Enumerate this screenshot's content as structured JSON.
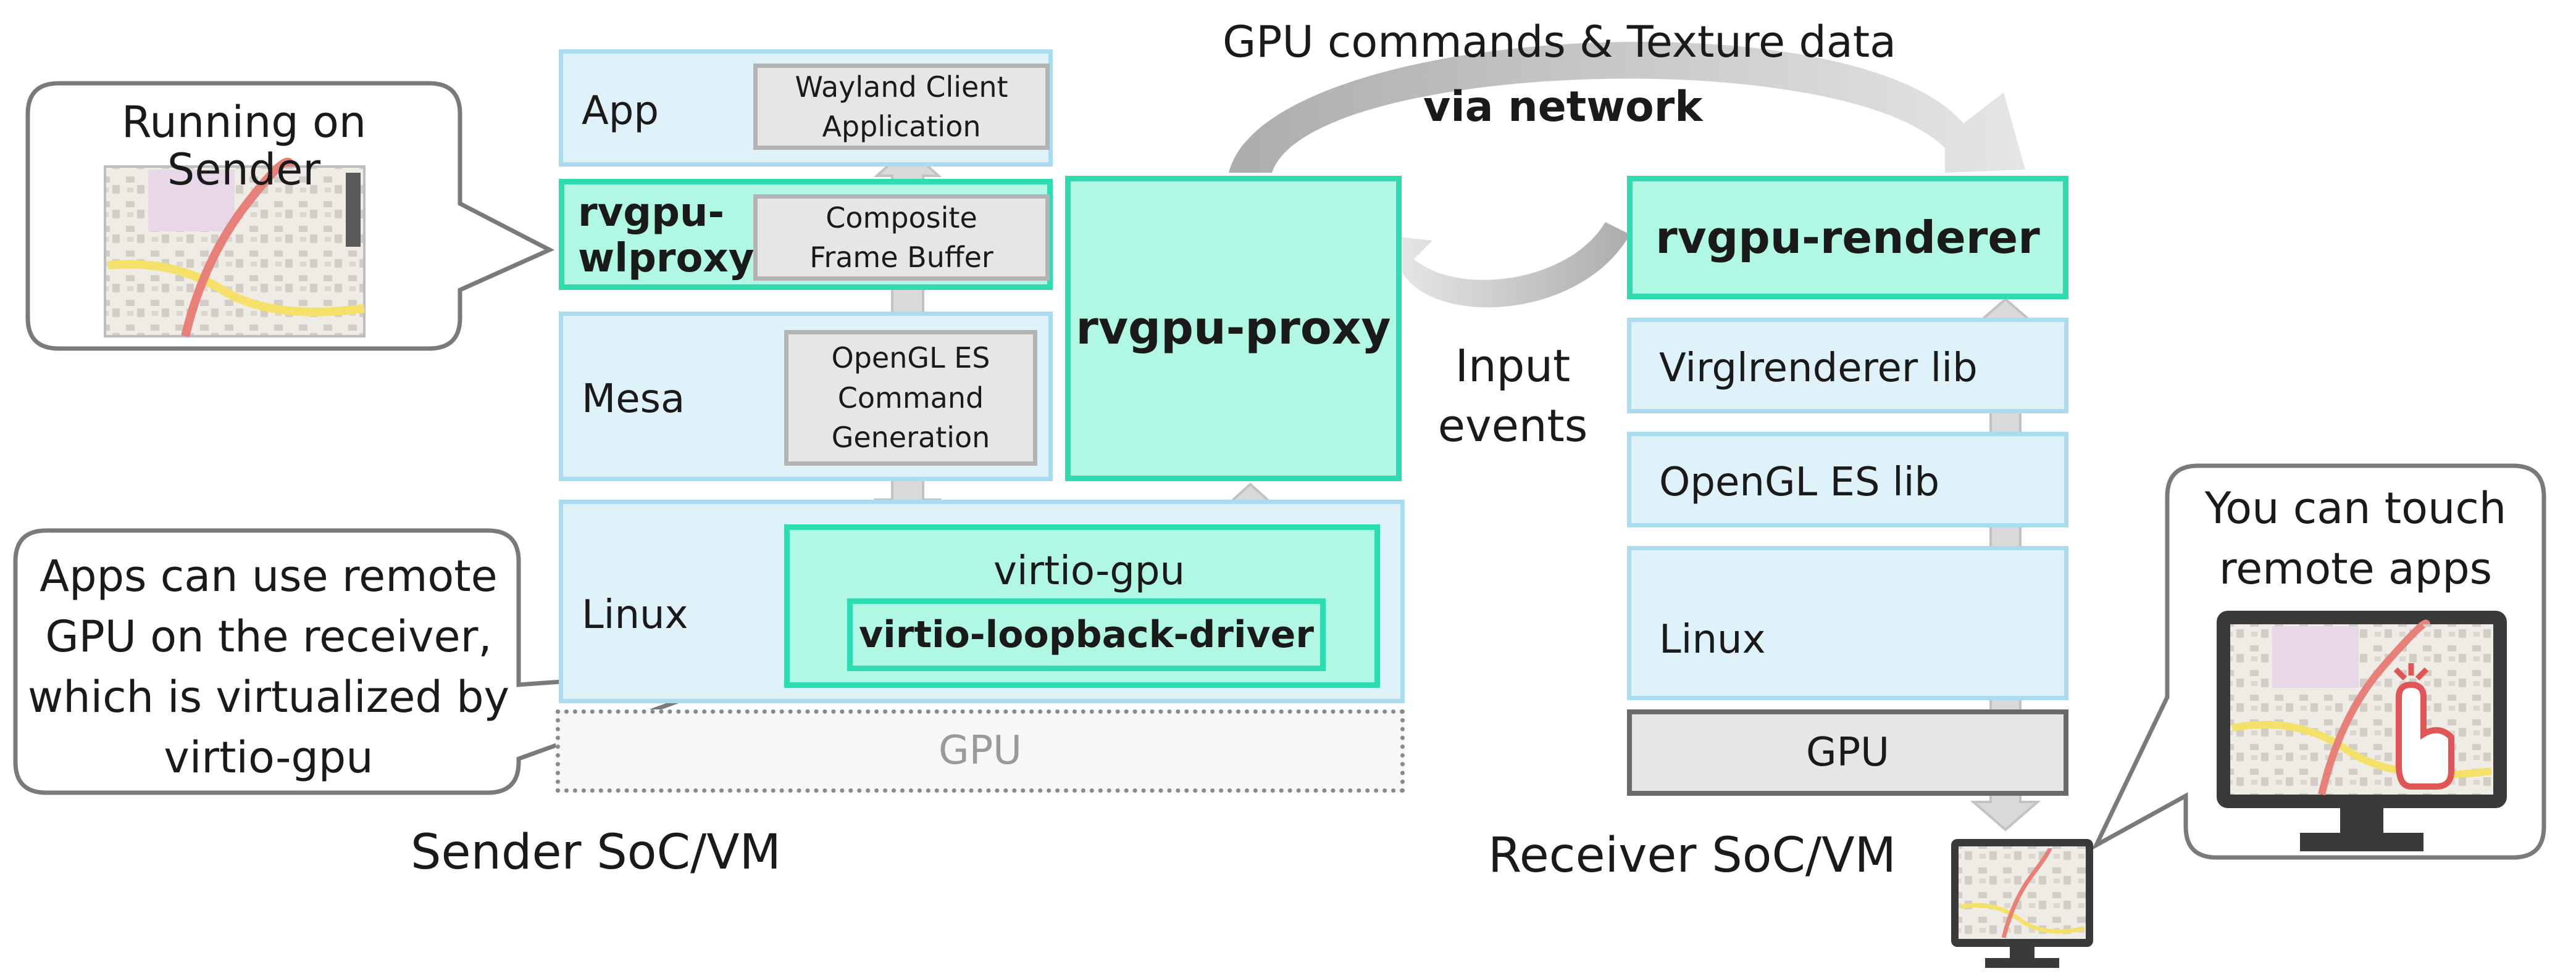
{
  "sender": {
    "label": "Sender SoC/VM",
    "app_layer": "App",
    "app_box": "Wayland Client\nApplication",
    "wlproxy_layer": "rvgpu-\nwlproxy",
    "wlproxy_box": "Composite\nFrame Buffer",
    "mesa_layer": "Mesa",
    "mesa_box": "OpenGL ES\nCommand\nGeneration",
    "linux_layer": "Linux",
    "virtio_gpu": "virtio-gpu",
    "virtio_loopback": "virtio-loopback-driver",
    "gpu": "GPU"
  },
  "proxy": {
    "label": "rvgpu-proxy"
  },
  "network": {
    "label_line1": "GPU commands & Texture data",
    "label_line2": "via network",
    "input_events": "Input\nevents"
  },
  "receiver": {
    "label": "Receiver SoC/VM",
    "renderer": "rvgpu-renderer",
    "virgl": "Virglrenderer lib",
    "opengl": "OpenGL ES lib",
    "linux": "Linux",
    "gpu": "GPU"
  },
  "callouts": {
    "sender_running": "Running on Sender",
    "apps_remote": "Apps can use remote\nGPU on the receiver,\nwhich is virtualized by\nvirtio-gpu",
    "touch": "You can touch\nremote apps"
  },
  "colors": {
    "teal_fill": "#b0f7e4",
    "teal_border": "#2fdcb0",
    "layer_fill": "#dff2fa",
    "layer_border": "#a9dcef",
    "grey_fill": "#e6e6e6",
    "monitor": "#3a3a3a",
    "touch_hand": "#e05555"
  }
}
